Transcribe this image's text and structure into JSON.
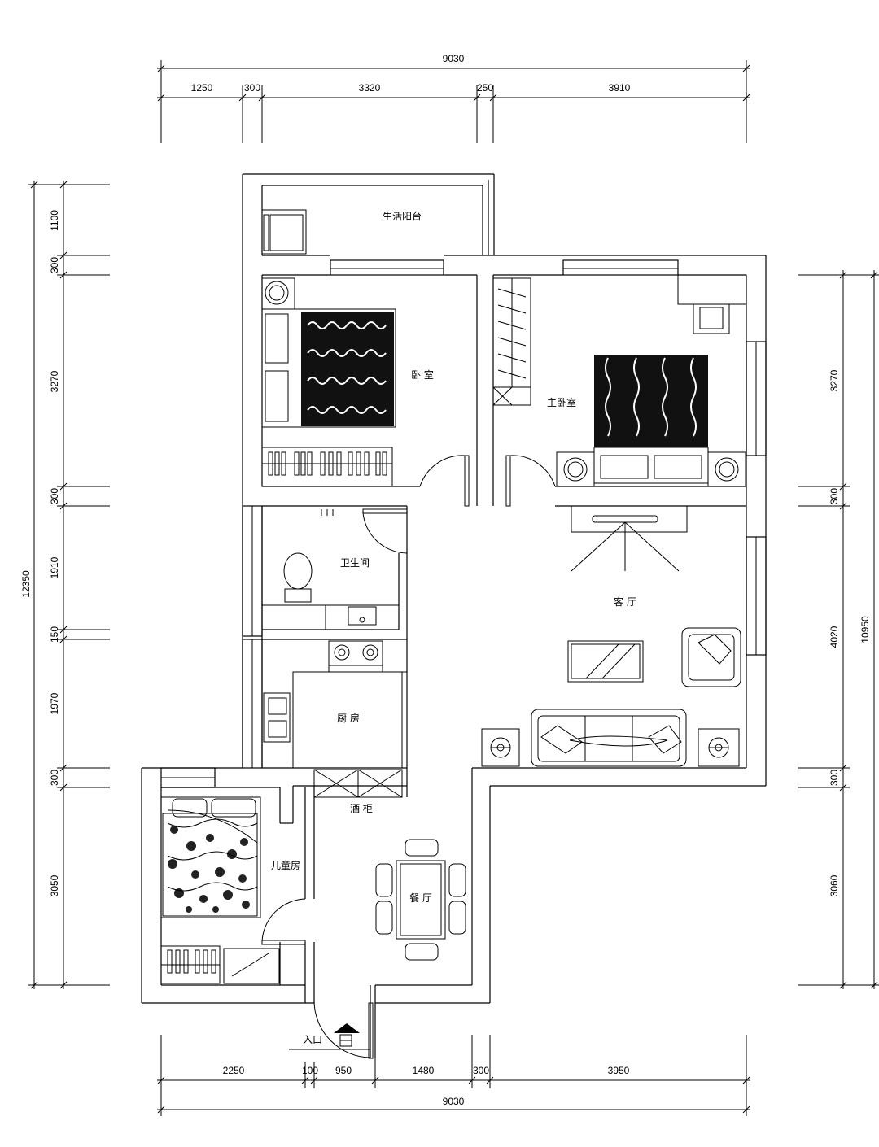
{
  "rooms": {
    "balcony": "生活阳台",
    "bedroom": "卧 室",
    "master_bedroom": "主卧室",
    "bathroom": "卫生间",
    "living_room": "客 厅",
    "kitchen": "厨 房",
    "wine_cabinet": "酒 柜",
    "kids_room": "儿童房",
    "dining_room": "餐 厅",
    "entrance": "入口"
  },
  "dimensions": {
    "top_total": "9030",
    "top": [
      "1250",
      "300",
      "3320",
      "250",
      "3910"
    ],
    "bottom_total": "9030",
    "bottom": [
      "2250",
      "100",
      "950",
      "1480",
      "300",
      "3950"
    ],
    "left_total": "12350",
    "left": [
      "1100",
      "300",
      "3270",
      "300",
      "1910",
      "150",
      "1970",
      "300",
      "3050"
    ],
    "right_total": "10950",
    "right": [
      "3270",
      "300",
      "4020",
      "300",
      "3060"
    ]
  }
}
